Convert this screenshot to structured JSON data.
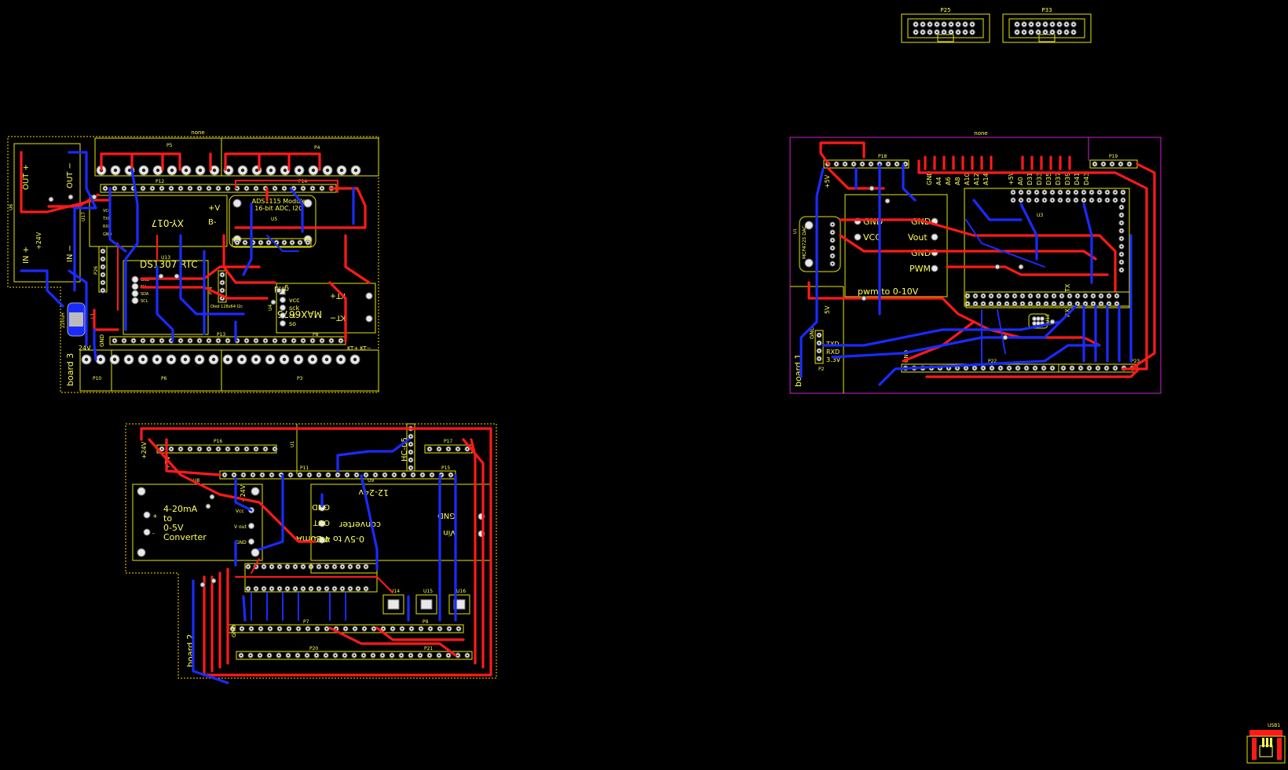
{
  "title_none_left": "none",
  "title_none_right": "none",
  "connectors_top": {
    "p25": "P25",
    "p33": "P33"
  },
  "board3": {
    "label": "board 3",
    "u6": {
      "ref": "U6",
      "out_plus": "OUT +",
      "out_minus": "OUT −",
      "in_plus": "IN +",
      "in_minus": "IN −",
      "v24": "+24V"
    },
    "headers": [
      "P5",
      "P4",
      "P12",
      "P14",
      "P26",
      "P13",
      "P8",
      "P10",
      "P6",
      "P3"
    ],
    "xy017": {
      "ref": "U17",
      "name": "XY-017",
      "pins": [
        "VCC",
        "TXD",
        "RXD",
        "GND"
      ]
    },
    "ads1115": {
      "title": "ADS1115 Module",
      "subtitle": "16-bit ADC, I2C",
      "ref": "U5",
      "vplus": "+V",
      "vminus": "B-"
    },
    "rtc": {
      "name": "DS1307 RTC",
      "ref": "U13",
      "pins": [
        "GND",
        "5V",
        "SDA",
        "SCL"
      ]
    },
    "oled": {
      "ref": "P24",
      "name": "Oled 128x64 I2c"
    },
    "max": {
      "ref": "U4",
      "name": "MAX6675",
      "pins": [
        "gnd",
        "vcc",
        "sck",
        "cs",
        "so"
      ],
      "kt_plus": "KT+",
      "kt_minus": "KT−"
    },
    "l1": {
      "ref": "L1",
      "part": "220uH"
    },
    "bottom": {
      "gnd": "GND",
      "v24": "24V",
      "kt": "KT+ KT−"
    }
  },
  "board2": {
    "label": "board 2",
    "headers": [
      "P16",
      "P11",
      "P15",
      "P17",
      "P7",
      "P9",
      "P20",
      "P21"
    ],
    "hc05": {
      "name": "HC-05",
      "ref": "U1"
    },
    "conv1": {
      "ref": "U8",
      "lines": [
        "4-20mA",
        "to",
        "0-5V",
        "Converter"
      ],
      "pins": [
        "Vcc",
        "V out",
        "GND"
      ],
      "v24": "+24V",
      "plus": "+",
      "minus": "-"
    },
    "conv2": {
      "ref": "U9",
      "top": "12-24v",
      "line1": "converter",
      "line2": "0-5V to 4-20mA",
      "pins": [
        "GND",
        "OUT",
        "VCC"
      ],
      "gnd": "GND",
      "vin": "Vin"
    },
    "rails": {
      "v24": "+24V",
      "v5": "+5V",
      "gnd": "GND"
    },
    "regs": [
      "U14",
      "U15",
      "U16"
    ]
  },
  "board1": {
    "label": "board 1",
    "headers": [
      "P18",
      "P19",
      "P22",
      "P23",
      "P2"
    ],
    "rails": {
      "v5": "+5V",
      "gnd": "GND",
      "v5b": "5V"
    },
    "dac": {
      "ref": "U1",
      "name": "MCP4725 DAC"
    },
    "pwm": {
      "gnd1": "GND",
      "vcc": "VCC",
      "gnd2": "GND",
      "vout": "Vout",
      "gnd3": "GND",
      "pwm": "PWM",
      "title": "pwm to 0-10V"
    },
    "arduino": {
      "ref": "U3",
      "analog": [
        "GND",
        "A4",
        "A6",
        "A8",
        "A10",
        "A12",
        "A14"
      ],
      "digital": [
        "+5V",
        "A0",
        "D31",
        "D33",
        "D35",
        "D37",
        "D39",
        "D41",
        "D43"
      ]
    },
    "serial": {
      "gnd": "GND",
      "txd": "TXD",
      "rxd": "RXD",
      "v33": "3.3V"
    },
    "u12": "U12",
    "tx": "TX",
    "rx": "RX"
  },
  "usb": {
    "ref": "USB1"
  }
}
